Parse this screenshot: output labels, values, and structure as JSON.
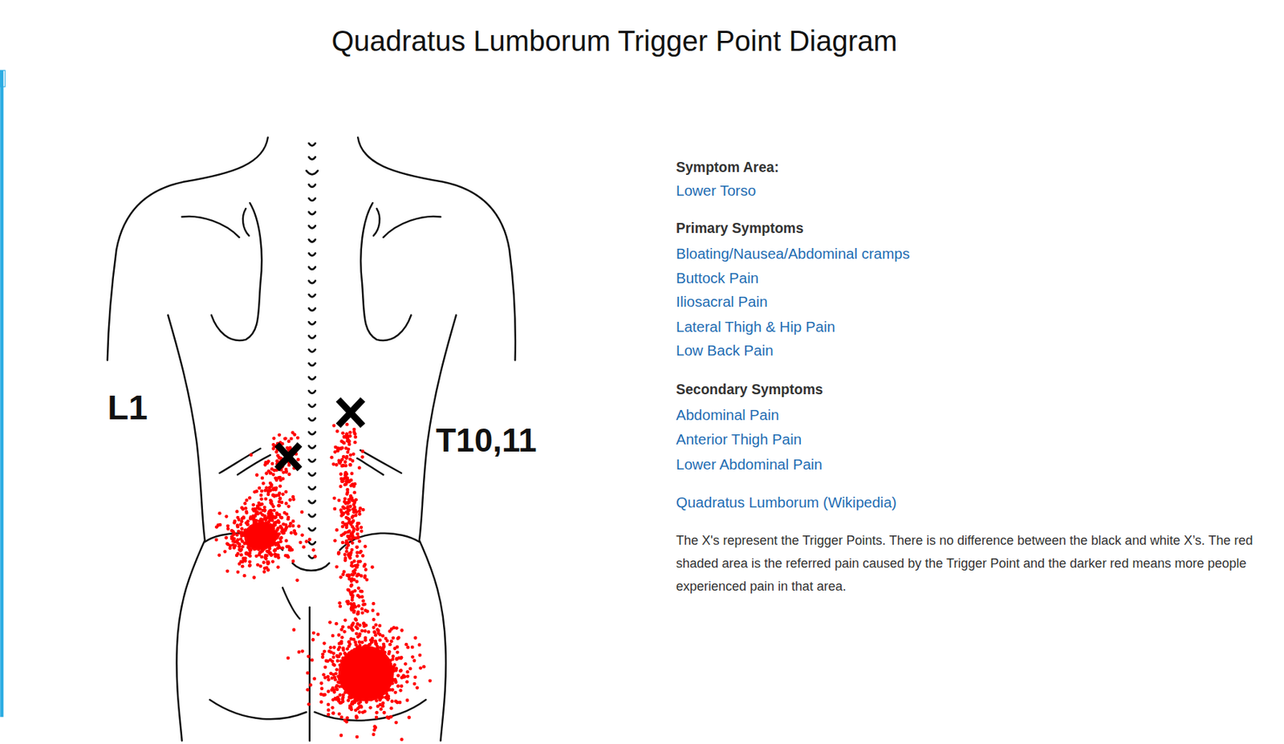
{
  "diagram": {
    "title": "Quadratus Lumborum Trigger Point Diagram",
    "labels": [
      "L1",
      "T10,11",
      "Symptom Area:",
      "Lower Torso",
      "Primary Symptoms",
      "Bloating/Nausea/Abdominal cramps",
      "Buttock Pain",
      "Iliosacral Pain",
      "Lateral Thigh & Hip Pain",
      "Low Back Pain",
      "Secondary Symptoms",
      "Abdominal Pain",
      "Anterior Thigh Pain",
      "Lower Abdominal Pain",
      "Quadratus Lumborum (Wikipedia)",
      "The X's represent the Trigger Points. There is no difference between the black and white X’s. The red shaded area is the referred pain caused by the Trigger Point and the darker red means more people experienced pain in that area."
    ]
  }
}
